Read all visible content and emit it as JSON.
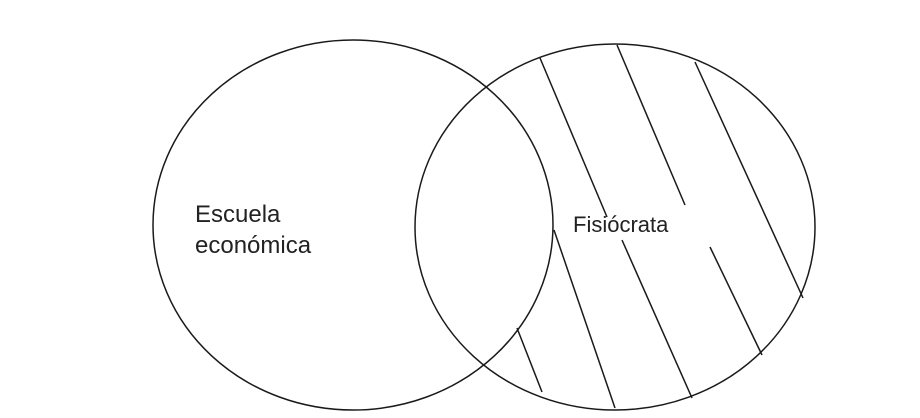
{
  "left_set": {
    "line1": "Escuela",
    "line2": "económica"
  },
  "right_set": {
    "label": "Fisiócrata"
  },
  "stroke_color": "#1a1a1a"
}
